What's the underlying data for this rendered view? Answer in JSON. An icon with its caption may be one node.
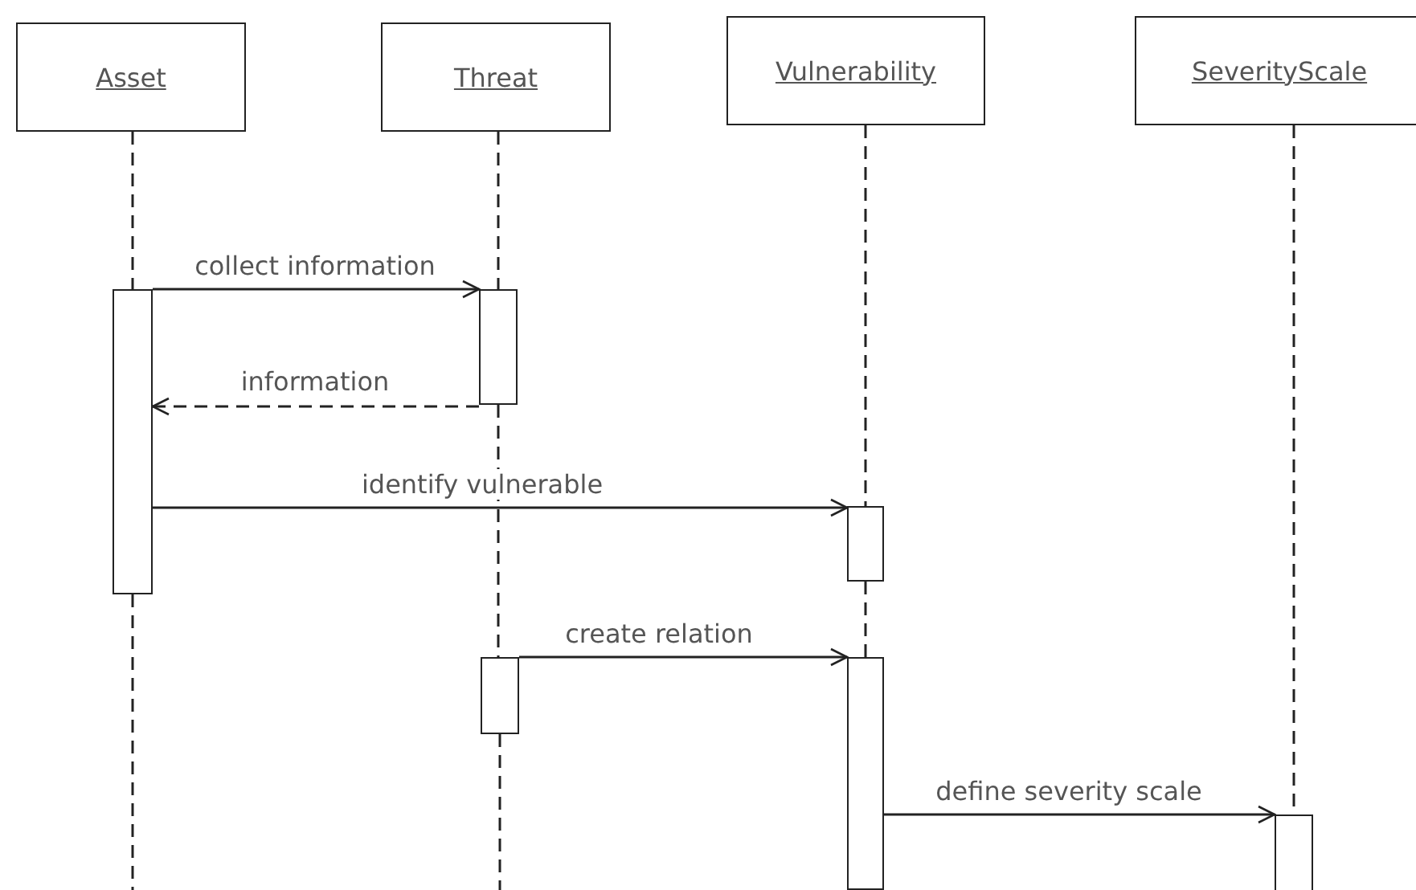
{
  "diagram": {
    "nodes": [
      {
        "text": [
          "Asset"
        ]
      },
      {
        "text": [
          "Threat"
        ]
      },
      {
        "text": [
          "Vulnerability"
        ]
      },
      {
        "text": [
          "SeverityScale"
        ]
      },
      {
        "text": [],
        "shape": "bar"
      },
      {
        "text": [],
        "shape": "bar"
      },
      {
        "text": [],
        "shape": "bar"
      },
      {
        "text": [],
        "shape": "bar"
      },
      {
        "text": [],
        "shape": "bar"
      },
      {
        "text": [],
        "shape": "bar"
      }
    ],
    "edges": [
      {
        "from": 4,
        "to": 5,
        "arrow": "to",
        "label": "collect information"
      },
      {
        "from": 5,
        "to": 4,
        "arrow": "to",
        "label": "information",
        "style": "dashed"
      },
      {
        "from": 4,
        "to": 6,
        "arrow": "to",
        "label": "identify vulnerable"
      },
      {
        "from": 7,
        "to": 8,
        "arrow": "to",
        "label": "create relation"
      },
      {
        "from": 8,
        "to": 9,
        "arrow": "to",
        "label": "define severity scale"
      },
      {
        "from": 0,
        "to": 4,
        "arrow": "none",
        "style": "dashed"
      },
      {
        "from": 4,
        "to": null,
        "arrow": "none",
        "style": "dashed"
      },
      {
        "from": 1,
        "to": 5,
        "arrow": "none",
        "style": "dashed"
      },
      {
        "from": 5,
        "to": 7,
        "arrow": "none",
        "style": "dashed"
      },
      {
        "from": 7,
        "to": null,
        "arrow": "none",
        "style": "dashed"
      },
      {
        "from": 2,
        "to": 6,
        "arrow": "none",
        "style": "dashed"
      },
      {
        "from": 6,
        "to": 8,
        "arrow": "none",
        "style": "dashed"
      },
      {
        "from": 3,
        "to": 9,
        "arrow": "none",
        "style": "dashed"
      }
    ]
  }
}
